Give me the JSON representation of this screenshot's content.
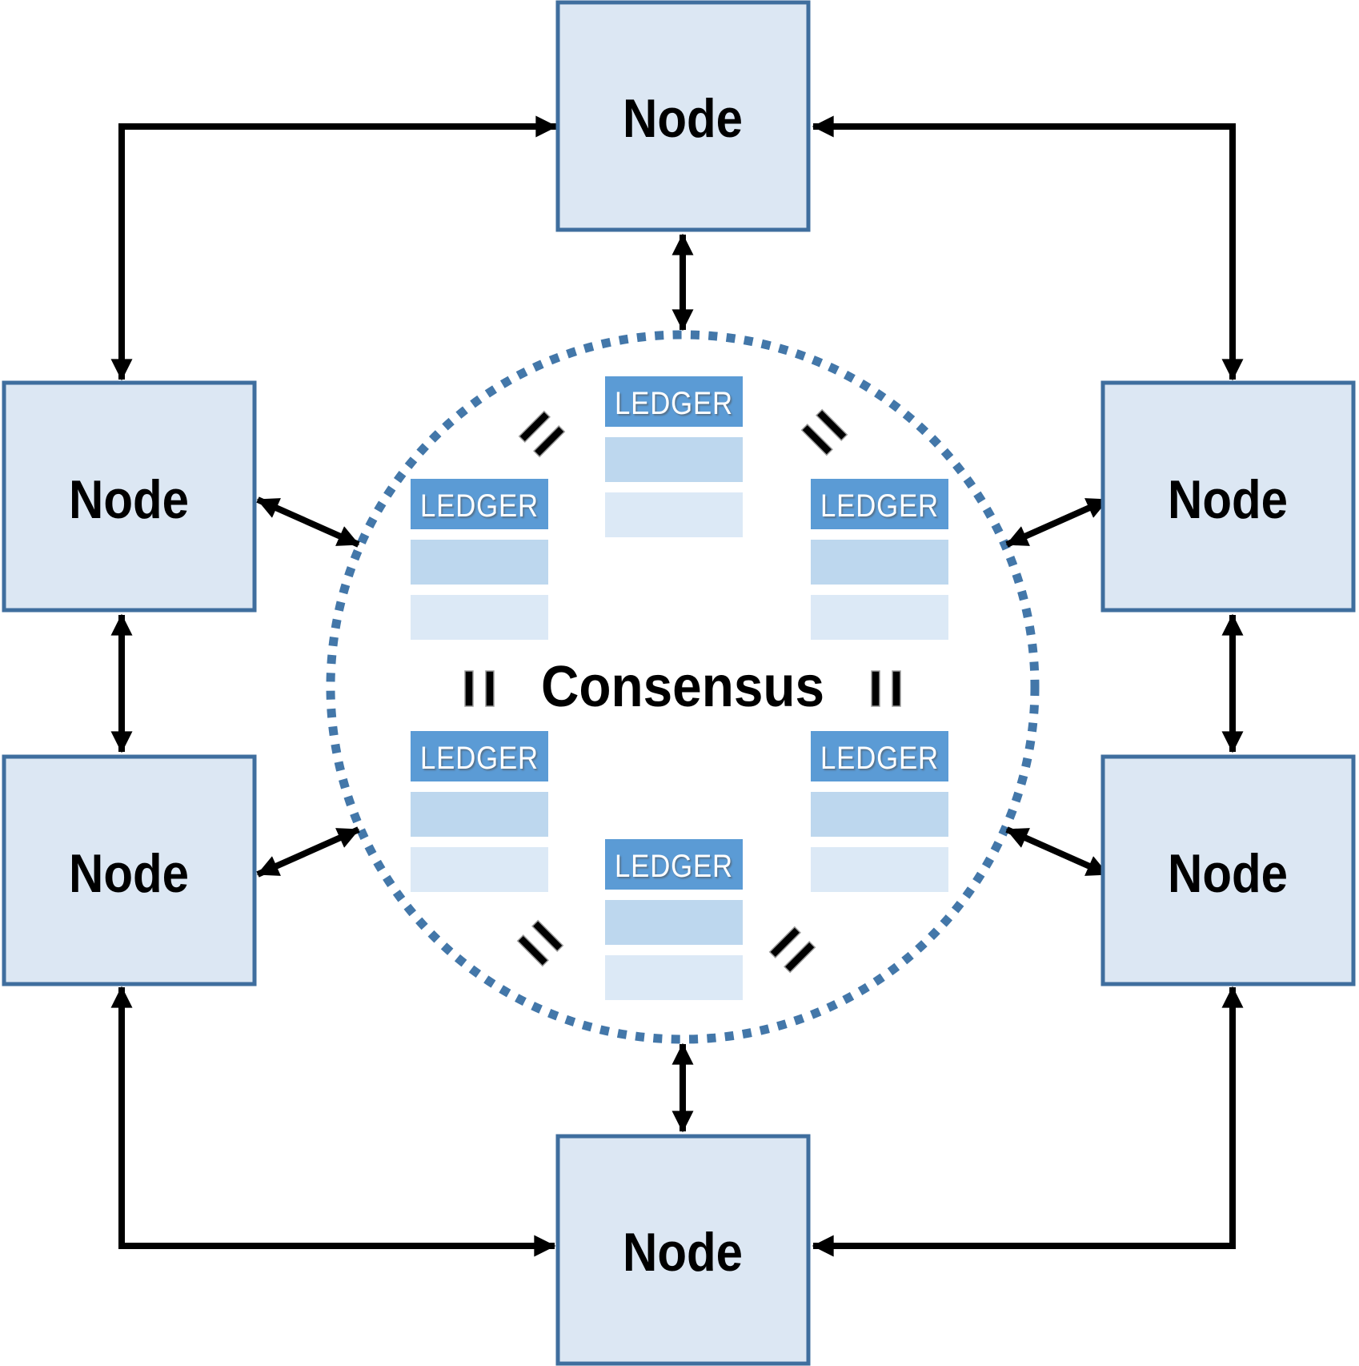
{
  "figure": {
    "center_label": "Consensus",
    "nodes": [
      {
        "id": "top",
        "label": "Node"
      },
      {
        "id": "upper-left",
        "label": "Node"
      },
      {
        "id": "upper-right",
        "label": "Node"
      },
      {
        "id": "lower-left",
        "label": "Node"
      },
      {
        "id": "lower-right",
        "label": "Node"
      },
      {
        "id": "bottom",
        "label": "Node"
      }
    ],
    "ledgers": [
      {
        "id": "top",
        "label": "LEDGER",
        "rows": 2
      },
      {
        "id": "upper-left",
        "label": "LEDGER",
        "rows": 2
      },
      {
        "id": "upper-right",
        "label": "LEDGER",
        "rows": 2
      },
      {
        "id": "lower-left",
        "label": "LEDGER",
        "rows": 2
      },
      {
        "id": "lower-right",
        "label": "LEDGER",
        "rows": 2
      },
      {
        "id": "bottom",
        "label": "LEDGER",
        "rows": 2
      }
    ],
    "equals_marks": [
      "nw",
      "ne",
      "w",
      "e",
      "sw",
      "se"
    ],
    "connections": [
      "top-node to circle",
      "bottom-node to circle",
      "upper-left-node to circle",
      "upper-right-node to circle",
      "lower-left-node to circle",
      "lower-right-node to circle",
      "upper-left-node to lower-left-node",
      "upper-right-node to lower-right-node",
      "upper-left-node to top-node",
      "upper-right-node to top-node",
      "lower-left-node to bottom-node",
      "lower-right-node to bottom-node"
    ]
  },
  "colors": {
    "node_fill": "#dce7f3",
    "node_border": "#3f6e9e",
    "ledger_header": "#5b9bd5",
    "ledger_row1": "#bdd7ee",
    "ledger_row2": "#dce9f6",
    "ledger_text": "#ffffff",
    "circle_dots": "#4377a9",
    "arrow": "#000000",
    "text": "#000000"
  }
}
